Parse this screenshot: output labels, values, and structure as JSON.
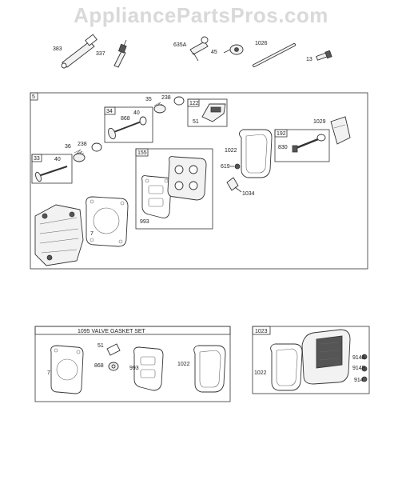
{
  "watermark": "AppliancePartsPros.com",
  "sections": {
    "main_assembly_number": "5",
    "valve_gasket_set_title": "1095 VALVE GASKET SET",
    "cover_kit_number": "1023"
  },
  "sub_boxes": {
    "box_34": "34",
    "box_33": "33",
    "box_122": "122",
    "box_155": "155",
    "box_192": "192"
  },
  "part_labels": {
    "p383": "383",
    "p337": "337",
    "p635a": "635A",
    "p45": "45",
    "p1026": "1026",
    "p13": "13",
    "p35": "35",
    "p238_top": "238",
    "p40_a": "40",
    "p868_a": "868",
    "p36": "36",
    "p40_b": "40",
    "p238_b": "238",
    "p51_a": "51",
    "p1029": "1029",
    "p1022_a": "1022",
    "p830": "830",
    "p619": "619",
    "p1034": "1034",
    "p993": "993",
    "p7_a": "7",
    "p51_b": "51",
    "p868_b": "868",
    "p7_b": "7",
    "p993_b": "993",
    "p1022_b": "1022",
    "p1022_c": "1022",
    "p914a": "914A",
    "p914b": "914B",
    "p914": "914"
  }
}
